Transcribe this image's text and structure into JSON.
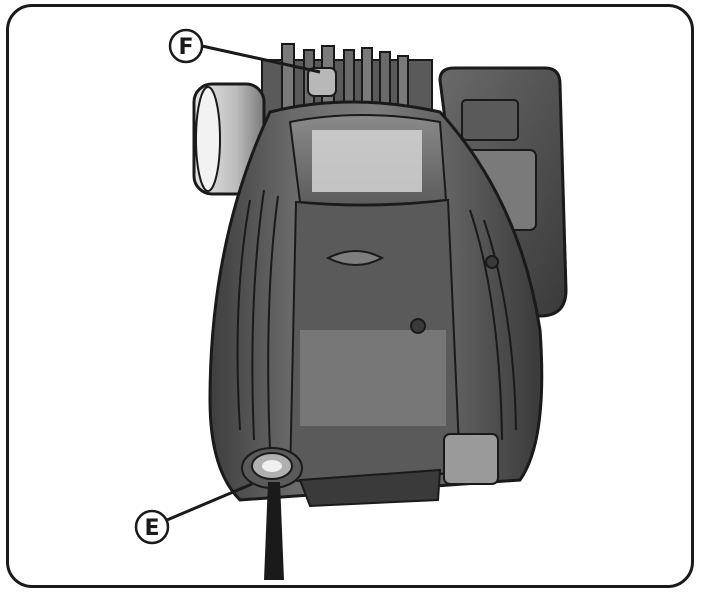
{
  "figure": {
    "subject": "engine-top-view",
    "callouts": [
      {
        "id": "E",
        "label": "E"
      },
      {
        "id": "F",
        "label": "F"
      }
    ],
    "colors": {
      "frame": "#1a1a1a",
      "engine_dark": "#4a4a4a",
      "engine_mid": "#6e6e6e",
      "engine_light": "#9a9a9a",
      "highlight": "#d6d6d6"
    }
  }
}
